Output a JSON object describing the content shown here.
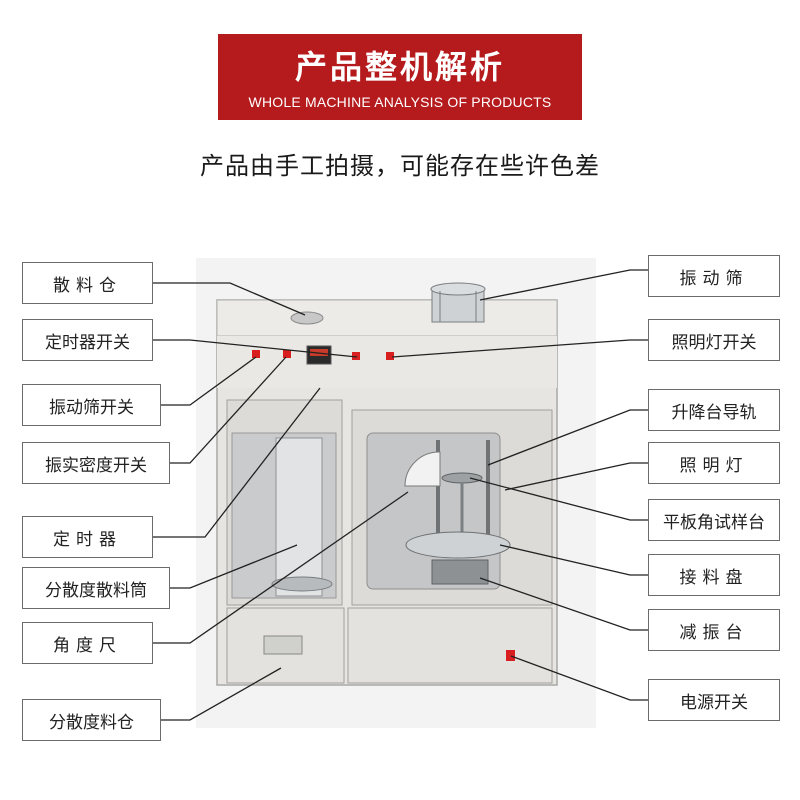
{
  "header": {
    "title": "产品整机解析",
    "subtitle_en": "WHOLE MACHINE ANALYSIS OF PRODUCTS",
    "note": "产品由手工拍摄，可能存在些许色差"
  },
  "colors": {
    "banner": "#b51a1d",
    "label_border": "#6b6b6b",
    "leader": "#222222",
    "machine_body": "#e6e5e2",
    "indicator": "#d81e1e"
  },
  "labels_left": [
    "散料仓",
    "定时器开关",
    "振动筛开关",
    "振实密度开关",
    "定时器",
    "分散度散料筒",
    "角度尺",
    "分散度料仓"
  ],
  "labels_right": [
    "振动筛",
    "照明灯开关",
    "升降台导轨",
    "照明灯",
    "平板角试样台",
    "接料盘",
    "减振台",
    "电源开关"
  ]
}
